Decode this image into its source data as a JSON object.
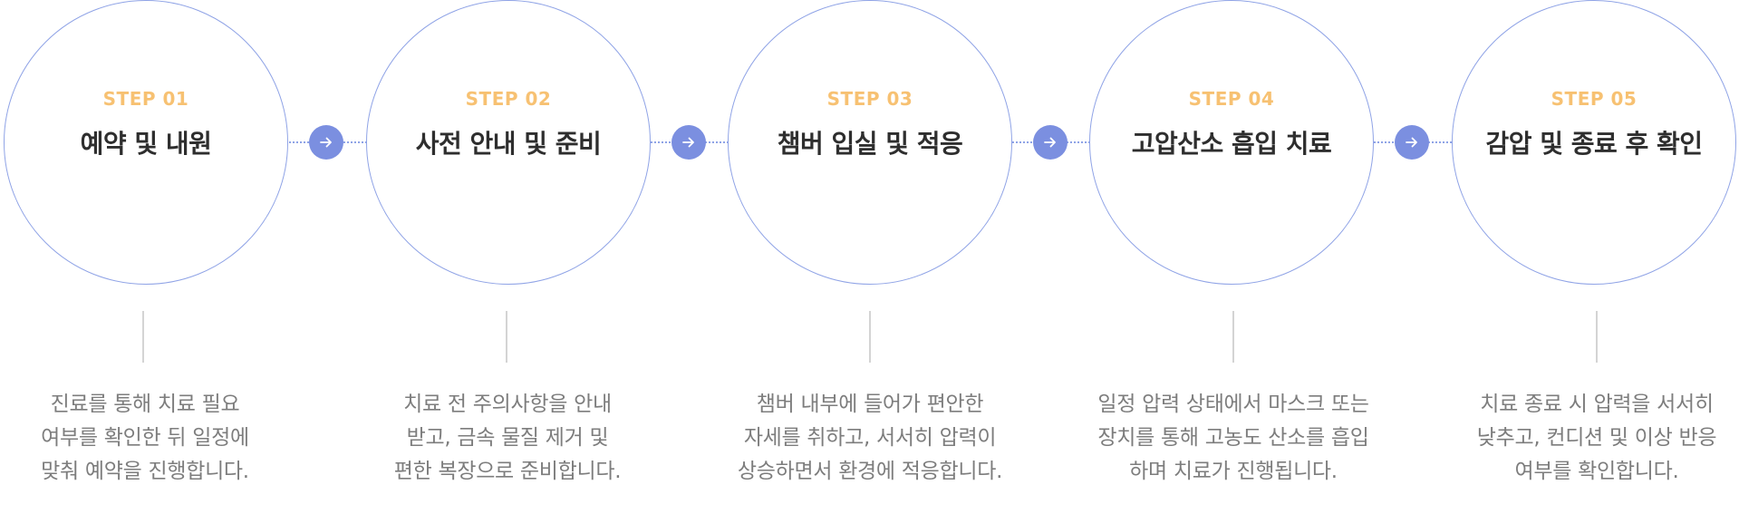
{
  "steps": [
    {
      "label": "STEP 01",
      "title": "예약 및 내원",
      "description": [
        "진료를 통해 치료 필요",
        "여부를 확인한 뒤 일정에",
        "맞춰 예약을 진행합니다."
      ]
    },
    {
      "label": "STEP 02",
      "title": "사전 안내 및 준비",
      "description": [
        "치료 전 주의사항을 안내",
        "받고, 금속 물질 제거 및",
        "편한 복장으로 준비합니다."
      ]
    },
    {
      "label": "STEP 03",
      "title": "챔버 입실 및 적응",
      "description": [
        "챔버 내부에 들어가 편안한",
        "자세를 취하고, 서서히 압력이",
        "상승하면서 환경에 적응합니다."
      ]
    },
    {
      "label": "STEP 04",
      "title": "고압산소 흡입 치료",
      "description": [
        "일정 압력 상태에서 마스크 또는",
        "장치를 통해 고농도 산소를 흡입",
        "하며 치료가 진행됩니다."
      ]
    },
    {
      "label": "STEP 05",
      "title": "감압 및 종료 후 확인",
      "description": [
        "치료 종료 시 압력을 서서히",
        "낮추고, 컨디션 및 이상 반응",
        "여부를 확인합니다."
      ]
    }
  ],
  "icons": {
    "arrow": "arrow-right-icon"
  },
  "colors": {
    "circle_border": "#8fa3e6",
    "step_label": "#f7c172",
    "arrow_bg": "#7b8fe0",
    "title": "#2e2e2e",
    "description": "#7d7d7d",
    "divider": "#d4d4d4"
  }
}
